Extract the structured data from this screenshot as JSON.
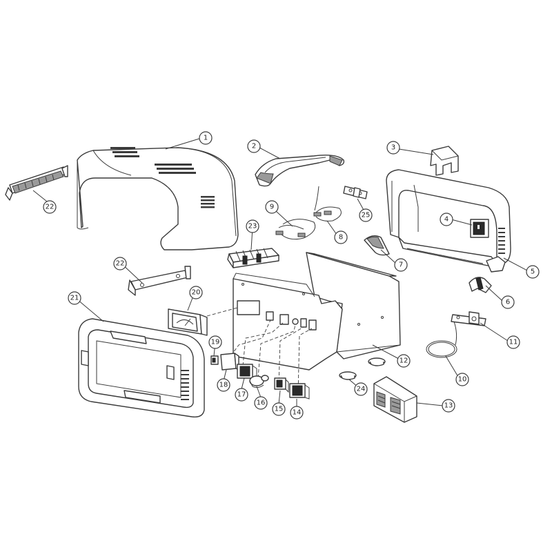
{
  "callouts": [
    "1",
    "2",
    "3",
    "4",
    "5",
    "6",
    "7",
    "8",
    "9",
    "10",
    "11",
    "12",
    "13",
    "14",
    "15",
    "16",
    "17",
    "18",
    "19",
    "20",
    "21",
    "22",
    "22",
    "23",
    "24",
    "25"
  ],
  "colors": {
    "line": "#3a3a3a",
    "background": "#ffffff",
    "fill_grey": "#9a9a9a"
  }
}
